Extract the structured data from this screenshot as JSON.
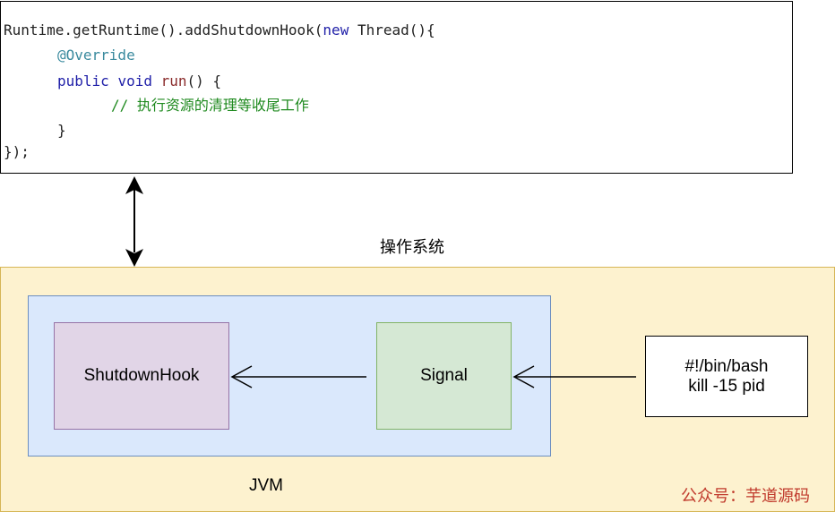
{
  "code": {
    "line1": {
      "a": "Runtime.getRuntime().addShutdownHook(",
      "kw": "new",
      "b": " Thread(){"
    },
    "line2": {
      "ann": "@Override"
    },
    "line3": {
      "kw1": "public",
      "kw2": "void",
      "fn": "run",
      "rest": "() {"
    },
    "line4": {
      "comment": "// 执行资源的清理等收尾工作"
    },
    "line5": {
      "text": "}"
    },
    "line6": {
      "text": "});"
    }
  },
  "labels": {
    "os": "操作系统",
    "jvm": "JVM",
    "shutdown_hook": "ShutdownHook",
    "signal": "Signal",
    "bash_line1": "#!/bin/bash",
    "bash_line2": "kill -15 pid",
    "watermark": "公众号：芋道源码"
  },
  "colors": {
    "os_fill": "#fdf2cf",
    "jvm_fill": "#dae8fc",
    "hook_fill": "#e1d5e7",
    "signal_fill": "#d5e8d4"
  }
}
